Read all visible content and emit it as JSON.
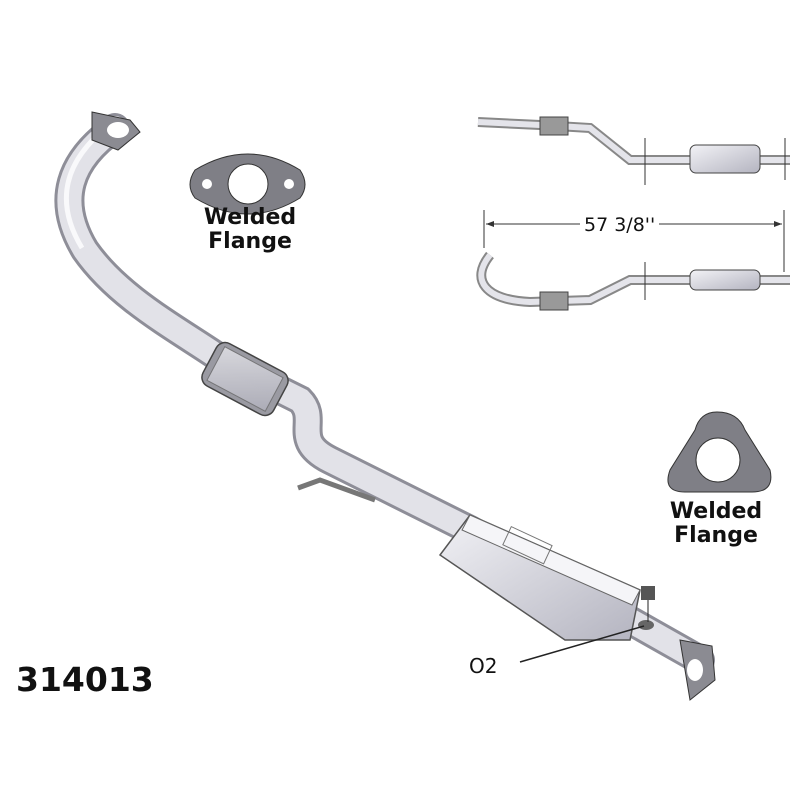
{
  "labels": {
    "front_flange": "Welded Flange",
    "rear_flange": "Welded Flange",
    "overall_length": "57 3/8''",
    "sensor_port": "O2",
    "part_number": "314013"
  },
  "colors": {
    "pipe": "#d9d9e0",
    "pipe_shade": "#a8a8b4",
    "gasket": "#7f7f86",
    "ink": "#111111"
  }
}
